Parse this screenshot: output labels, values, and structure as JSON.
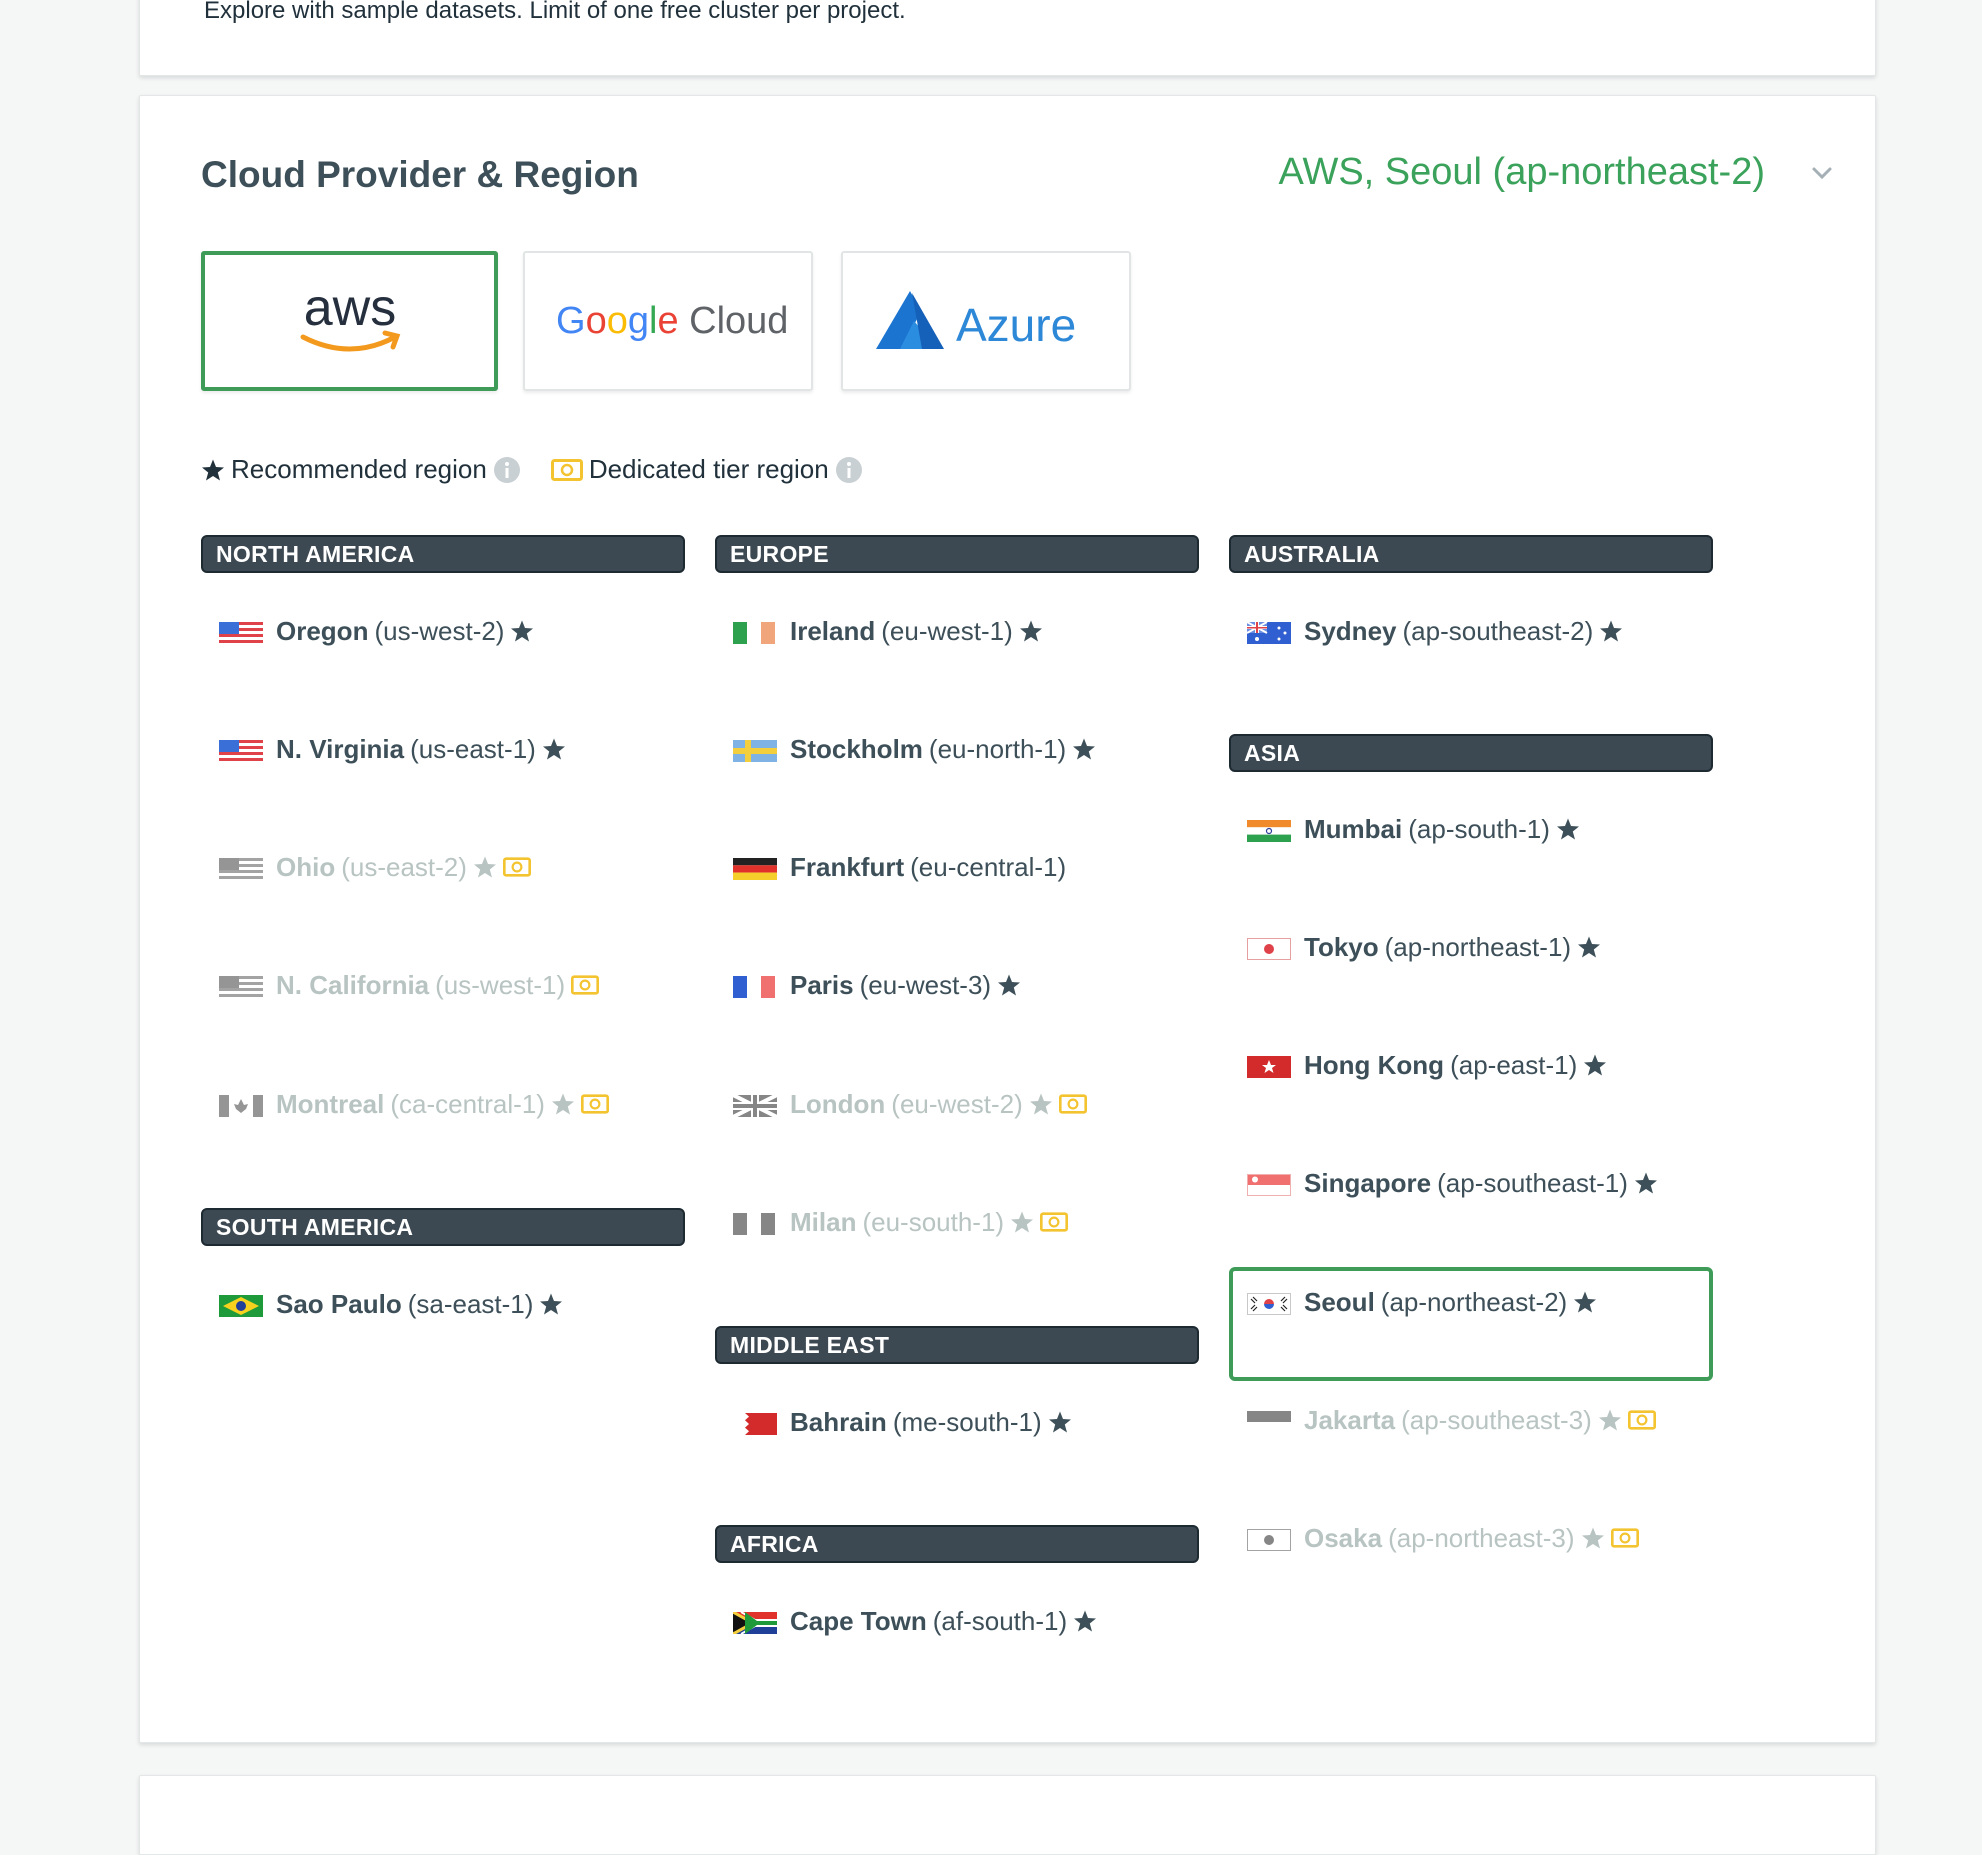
{
  "top_card": {
    "description": "Explore with sample datasets. Limit of one free cluster per project."
  },
  "section": {
    "title": "Cloud Provider & Region",
    "selected_summary": "AWS, Seoul (ap-northeast-2)"
  },
  "providers": [
    {
      "id": "aws",
      "label": "aws",
      "selected": true
    },
    {
      "id": "gcp",
      "label": "Google Cloud",
      "selected": false
    },
    {
      "id": "azure",
      "label": "Azure",
      "selected": false
    }
  ],
  "legend": {
    "recommended": "Recommended region",
    "dedicated": "Dedicated tier region"
  },
  "groups": {
    "north_america": "NORTH AMERICA",
    "south_america": "SOUTH AMERICA",
    "europe": "EUROPE",
    "middle_east": "MIDDLE EAST",
    "africa": "AFRICA",
    "australia": "AUSTRALIA",
    "asia": "ASIA"
  },
  "regions": {
    "oregon": {
      "name": "Oregon",
      "code": "(us-west-2)",
      "recommended": true,
      "dedicated_only": false
    },
    "n_virginia": {
      "name": "N. Virginia",
      "code": "(us-east-1)",
      "recommended": true,
      "dedicated_only": false
    },
    "ohio": {
      "name": "Ohio",
      "code": "(us-east-2)",
      "recommended": true,
      "dedicated_only": true
    },
    "n_california": {
      "name": "N. California",
      "code": "(us-west-1)",
      "recommended": false,
      "dedicated_only": true
    },
    "montreal": {
      "name": "Montreal",
      "code": "(ca-central-1)",
      "recommended": true,
      "dedicated_only": true
    },
    "sao_paulo": {
      "name": "Sao Paulo",
      "code": "(sa-east-1)",
      "recommended": true,
      "dedicated_only": false
    },
    "ireland": {
      "name": "Ireland",
      "code": "(eu-west-1)",
      "recommended": true,
      "dedicated_only": false
    },
    "stockholm": {
      "name": "Stockholm",
      "code": "(eu-north-1)",
      "recommended": true,
      "dedicated_only": false
    },
    "frankfurt": {
      "name": "Frankfurt",
      "code": "(eu-central-1)",
      "recommended": false,
      "dedicated_only": false
    },
    "paris": {
      "name": "Paris",
      "code": "(eu-west-3)",
      "recommended": true,
      "dedicated_only": false
    },
    "london": {
      "name": "London",
      "code": "(eu-west-2)",
      "recommended": true,
      "dedicated_only": true
    },
    "milan": {
      "name": "Milan",
      "code": "(eu-south-1)",
      "recommended": true,
      "dedicated_only": true
    },
    "bahrain": {
      "name": "Bahrain",
      "code": "(me-south-1)",
      "recommended": true,
      "dedicated_only": false
    },
    "cape_town": {
      "name": "Cape Town",
      "code": "(af-south-1)",
      "recommended": true,
      "dedicated_only": false
    },
    "sydney": {
      "name": "Sydney",
      "code": "(ap-southeast-2)",
      "recommended": true,
      "dedicated_only": false
    },
    "mumbai": {
      "name": "Mumbai",
      "code": "(ap-south-1)",
      "recommended": true,
      "dedicated_only": false
    },
    "tokyo": {
      "name": "Tokyo",
      "code": "(ap-northeast-1)",
      "recommended": true,
      "dedicated_only": false
    },
    "hong_kong": {
      "name": "Hong Kong",
      "code": "(ap-east-1)",
      "recommended": true,
      "dedicated_only": false
    },
    "singapore": {
      "name": "Singapore",
      "code": "(ap-southeast-1)",
      "recommended": true,
      "dedicated_only": false
    },
    "seoul": {
      "name": "Seoul",
      "code": "(ap-northeast-2)",
      "recommended": true,
      "dedicated_only": false,
      "selected": true
    },
    "jakarta": {
      "name": "Jakarta",
      "code": "(ap-southeast-3)",
      "recommended": true,
      "dedicated_only": true
    },
    "osaka": {
      "name": "Osaka",
      "code": "(ap-northeast-3)",
      "recommended": true,
      "dedicated_only": true
    }
  },
  "colors": {
    "accent_green": "#3aa25a",
    "selected_border": "#3f9c58",
    "header_bg": "#3d4952",
    "disabled_text": "#b8c4c2"
  }
}
